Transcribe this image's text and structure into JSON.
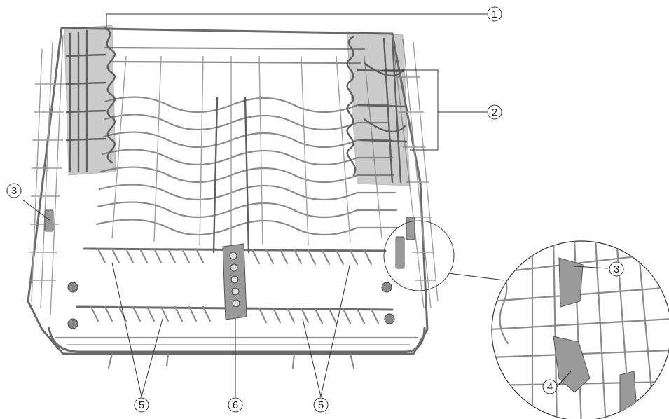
{
  "figure": {
    "callouts": [
      {
        "id": "c1",
        "label": "1"
      },
      {
        "id": "c2",
        "label": "2"
      },
      {
        "id": "c3a",
        "label": "3"
      },
      {
        "id": "c3b",
        "label": "3"
      },
      {
        "id": "c4",
        "label": "4"
      },
      {
        "id": "c5a",
        "label": "5"
      },
      {
        "id": "c5b",
        "label": "5"
      },
      {
        "id": "c6",
        "label": "6"
      }
    ]
  }
}
